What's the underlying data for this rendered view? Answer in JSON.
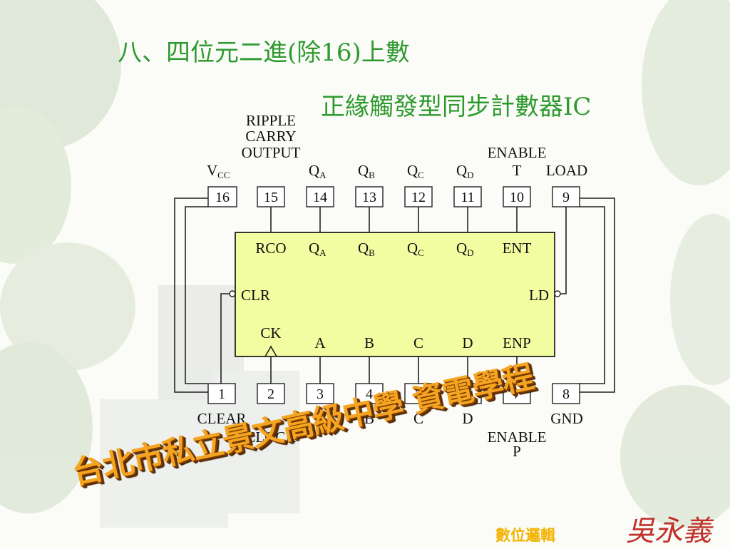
{
  "slide": {
    "title": "八、四位元二進(除16)上數",
    "subtitle": "正緣觸發型同步計數器IC",
    "school_banner": "台北市私立景文高級中學 資電學程",
    "course": "數位邏輯",
    "author": "吳永義"
  },
  "colors": {
    "title_green": "#2e9a2e",
    "chip_fill": "#f2fca0",
    "banner_orange": "#f4a420",
    "course_yellow": "#f2b300",
    "author_red": "#c0322a"
  },
  "ic": {
    "internal": {
      "rco": "RCO",
      "qa": "Q",
      "qa_sub": "A",
      "qb": "Q",
      "qb_sub": "B",
      "qc": "Q",
      "qc_sub": "C",
      "qd": "Q",
      "qd_sub": "D",
      "ent": "ENT",
      "clr": "CLR",
      "ld": "LD",
      "ck": "CK",
      "a": "A",
      "b": "B",
      "c": "C",
      "d": "D",
      "enp": "ENP"
    },
    "top_pins": [
      {
        "number": "16"
      },
      {
        "number": "15"
      },
      {
        "number": "14"
      },
      {
        "number": "13"
      },
      {
        "number": "12"
      },
      {
        "number": "11"
      },
      {
        "number": "10"
      },
      {
        "number": "9"
      }
    ],
    "bottom_pins": [
      {
        "number": "1"
      },
      {
        "number": "2"
      },
      {
        "number": "3"
      },
      {
        "number": "4"
      },
      {
        "number": "5"
      },
      {
        "number": "6"
      },
      {
        "number": "7"
      },
      {
        "number": "8"
      }
    ],
    "top_labels": {
      "vcc": "V",
      "vcc_sub": "CC",
      "ripple_1": "RIPPLE",
      "ripple_2": "CARRY",
      "ripple_3": "OUTPUT",
      "qa": "Q",
      "qa_sub": "A",
      "qb": "Q",
      "qb_sub": "B",
      "qc": "Q",
      "qc_sub": "C",
      "qd": "Q",
      "qd_sub": "D",
      "enable_t_1": "ENABLE",
      "enable_t_2": "T",
      "load": "LOAD"
    },
    "bottom_labels": {
      "clear": "CLEAR",
      "clock": "CLOCK",
      "a": "A",
      "b": "B",
      "c": "C",
      "d": "D",
      "enable_p_1": "ENABLE",
      "enable_p_2": "P",
      "gnd": "GND"
    }
  }
}
